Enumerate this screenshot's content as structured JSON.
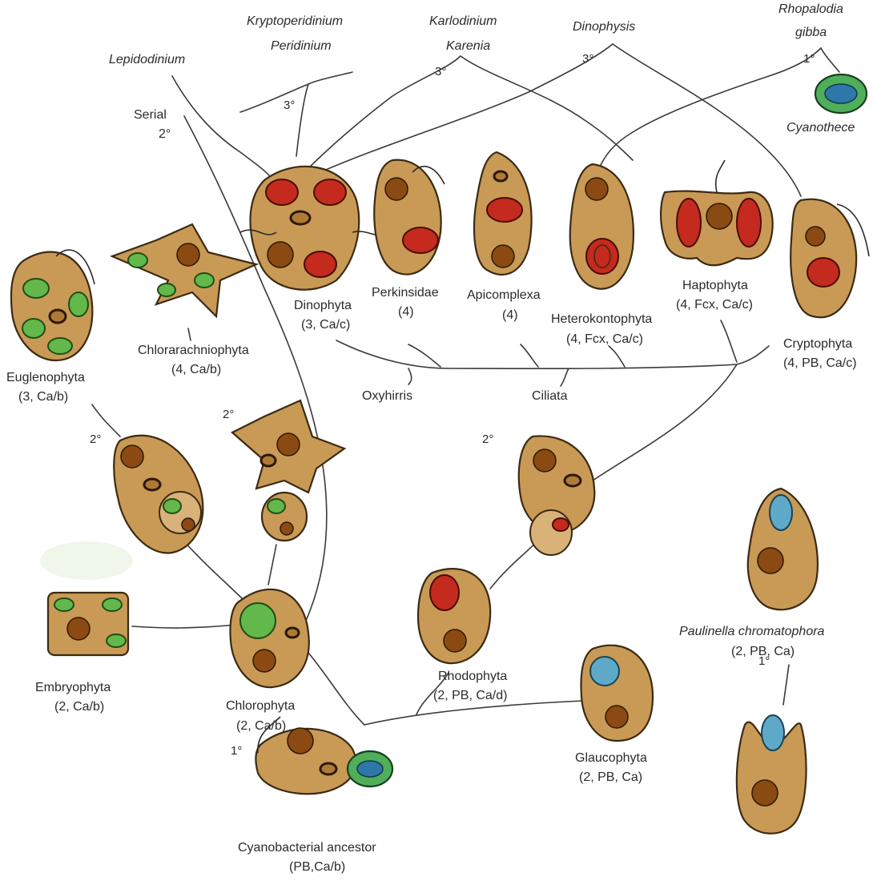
{
  "taxa": {
    "lepidodinium": "Lepidodinium",
    "kryptoperidinium": "Kryptoperidinium",
    "peridinium": "Peridinium",
    "karlodinium": "Karlodinium",
    "karenia": "Karenia",
    "dinophysis": "Dinophysis",
    "rhopalodia_line1": "Rhopalodia",
    "rhopalodia_line2": "gibba",
    "cyanothece": "Cyanothece",
    "paulinella": "Paulinella chromatophora"
  },
  "endosymbiosis_marks": {
    "serial_line1": "Serial",
    "serial_line2": "2°",
    "tertiary_a": "3°",
    "tertiary_b": "3°",
    "tertiary_c": "3°",
    "primary_rhopalodia": "1°",
    "secondary_euglena": "2°",
    "secondary_chlorarachnio": "2°",
    "secondary_red": "2°",
    "primary_paulinella": "1°",
    "primary_ancestor": "1°"
  },
  "groups": {
    "dinophyta": {
      "name": "Dinophyta",
      "detail": "(3, Ca/c)"
    },
    "perkinsidae": {
      "name": "Perkinsidae",
      "detail": "(4)"
    },
    "apicomplexa": {
      "name": "Apicomplexa",
      "detail": "(4)"
    },
    "heterokontophyta": {
      "name": "Heterokontophyta",
      "detail": "(4, Fcx, Ca/c)"
    },
    "haptophyta": {
      "name": "Haptophyta",
      "detail": "(4, Fcx, Ca/c)"
    },
    "cryptophyta": {
      "name": "Cryptophyta",
      "detail": "(4, PB, Ca/c)"
    },
    "euglenophyta": {
      "name": "Euglenophyta",
      "detail": "(3, Ca/b)"
    },
    "chlorarachniophyta": {
      "name": "Chlorarachniophyta",
      "detail": "(4, Ca/b)"
    },
    "oxyhirris": {
      "name": "Oxyhirris"
    },
    "ciliata": {
      "name": "Ciliata"
    },
    "embryophyta": {
      "name": "Embryophyta",
      "detail": "(2, Ca/b)"
    },
    "chlorophyta": {
      "name": "Chlorophyta",
      "detail": "(2, Ca/b)"
    },
    "rhodophyta": {
      "name": "Rhodophyta",
      "detail": "(2, PB, Ca/d)"
    },
    "glaucophyta": {
      "name": "Glaucophyta",
      "detail": "(2, PB, Ca)"
    },
    "paulinella": {
      "detail": "(2, PB, Ca)"
    },
    "cyanobacterial_ancestor": {
      "name": "Cyanobacterial ancestor",
      "detail": "(PB,Ca/b)"
    }
  },
  "colors": {
    "cell_body": "#c89a55",
    "green_plastid": "#63b84b",
    "red_plastid": "#c42a1e",
    "blue_plastid": "#5fa9c8",
    "line": "#3a3a3a"
  }
}
